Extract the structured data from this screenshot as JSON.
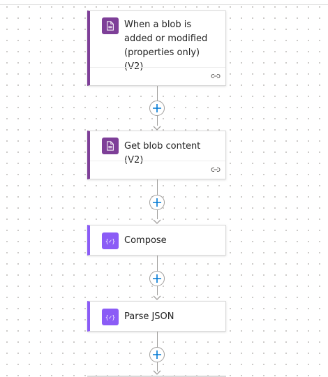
{
  "flow": {
    "steps": [
      {
        "title": "When a blob is added or modified (properties only) (V2)",
        "icon": "blob-storage-icon",
        "has_footer": true
      },
      {
        "title": "Get blob content (V2)",
        "icon": "blob-storage-icon",
        "has_footer": true
      },
      {
        "title": "Compose",
        "icon": "data-operation-icon",
        "has_footer": false
      },
      {
        "title": "Parse JSON",
        "icon": "data-operation-icon",
        "has_footer": false
      }
    ]
  },
  "colors": {
    "blob_accent": "#7e3f98",
    "data_accent": "#8b5cf6",
    "plus_icon": "#0078d4",
    "connector": "#a19f9d"
  }
}
